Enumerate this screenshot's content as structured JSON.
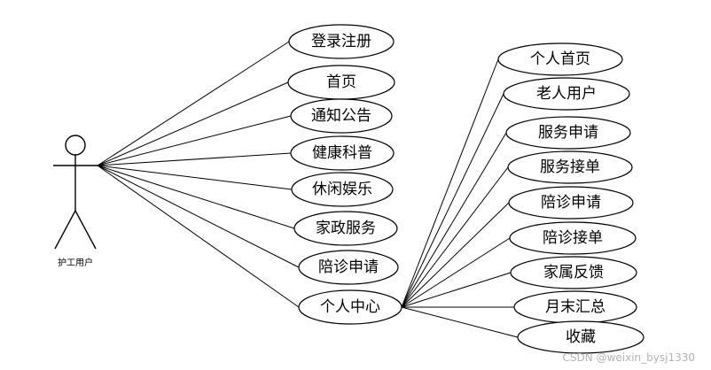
{
  "actor": {
    "label": "护工用户"
  },
  "left_use_cases": [
    "登录注册",
    "首页",
    "通知公告",
    "健康科普",
    "休闲娱乐",
    "家政服务",
    "陪诊申请",
    "个人中心"
  ],
  "right_use_cases": [
    "个人首页",
    "老人用户",
    "服务申请",
    "服务接单",
    "陪诊申请",
    "陪诊接单",
    "家属反馈",
    "月末汇总",
    "收藏"
  ],
  "watermark": "CSDN @weixin_bysj1330"
}
